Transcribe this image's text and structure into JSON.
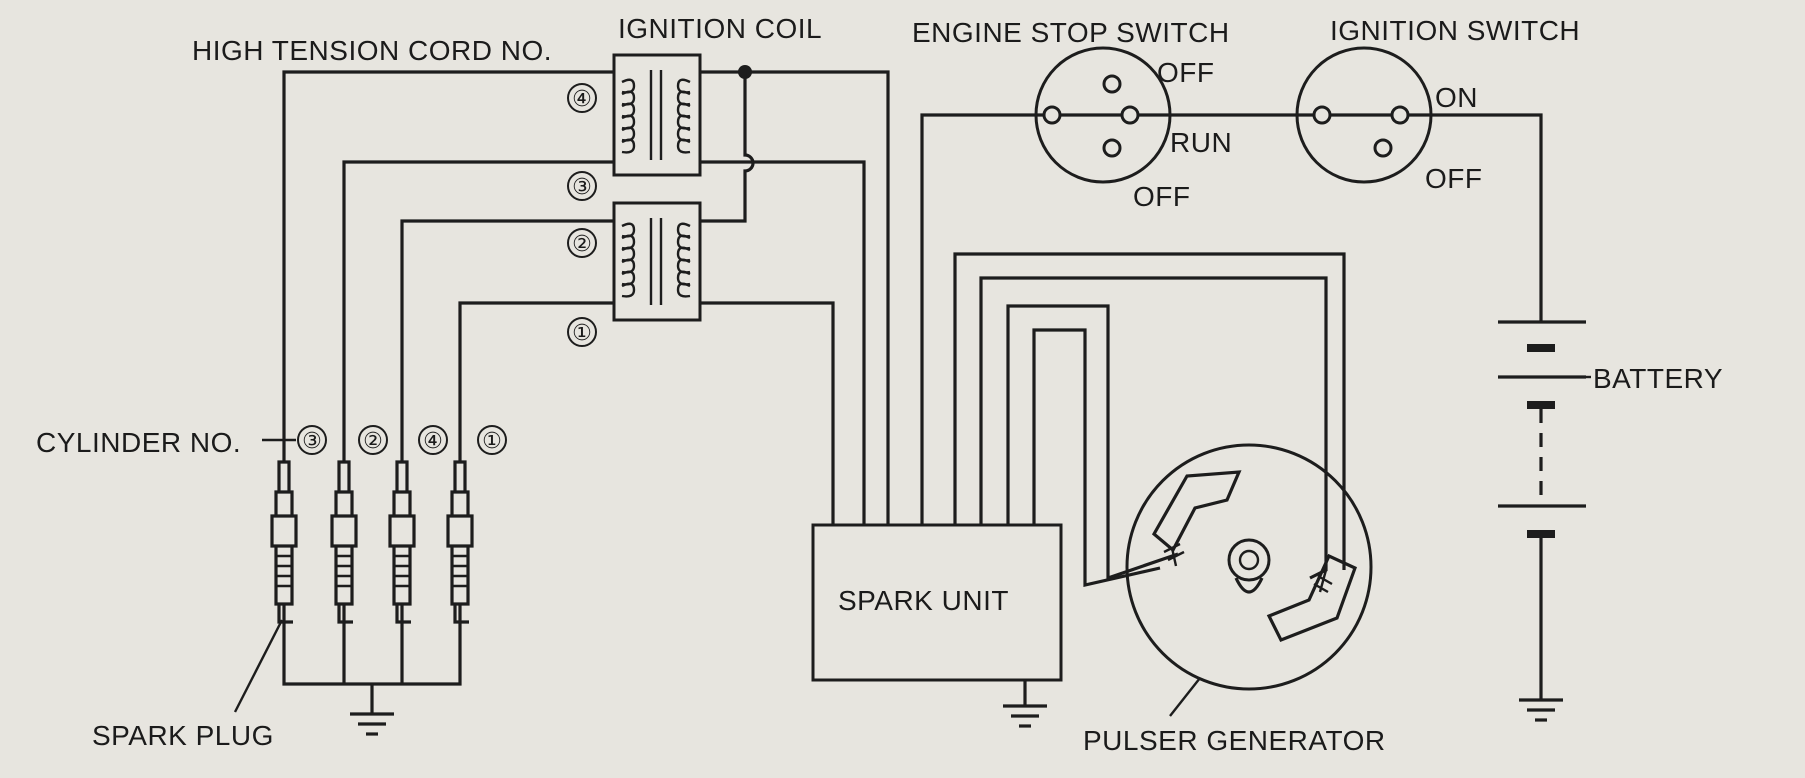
{
  "labels": {
    "high_tension_cord": "HIGH TENSION CORD NO.",
    "ignition_coil": "IGNITION COIL",
    "engine_stop_switch": "ENGINE STOP SWITCH",
    "ignition_switch": "IGNITION SWITCH",
    "cylinder_no": "CYLINDER NO.",
    "spark_plug": "SPARK PLUG",
    "spark_unit": "SPARK UNIT",
    "pulser_generator": "PULSER GENERATOR",
    "battery": "BATTERY"
  },
  "engine_stop_switch": {
    "off_top": "OFF",
    "run": "RUN",
    "off_bottom": "OFF"
  },
  "ignition_switch": {
    "on": "ON",
    "off": "OFF"
  },
  "cord_numbers": [
    "④",
    "③",
    "②",
    "①"
  ],
  "cylinder_numbers": [
    "③",
    "②",
    "④",
    "①"
  ]
}
